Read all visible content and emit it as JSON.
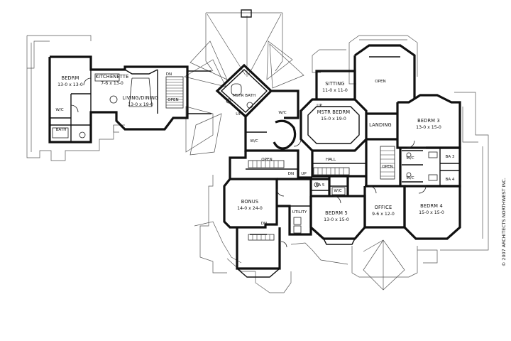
{
  "rooms": {
    "bedroom_west": {
      "name": "BEDRM",
      "dims": "13-0 x 13-0"
    },
    "kitchenette": {
      "name": "KITCHENETTE",
      "dims": "7-6 x 13-0"
    },
    "living_dining": {
      "name": "LIVING/DINING",
      "dims": "13-0 x 19-0"
    },
    "mstr_bath": {
      "name": "MSTR BATH"
    },
    "sitting": {
      "name": "SITTING",
      "dims": "11-0 x 11-0"
    },
    "mstr_bedroom": {
      "name": "MSTR BEDRM",
      "dims": "15-0 x 19-0"
    },
    "landing": {
      "name": "LANDING"
    },
    "bedroom3": {
      "name": "BEDRM 3",
      "dims": "13-0 x 15-0"
    },
    "bonus": {
      "name": "BONUS",
      "dims": "14-0 x 24-0"
    },
    "utility": {
      "name": "UTILITY"
    },
    "bedroom5": {
      "name": "BEDRM 5",
      "dims": "13-0 x 15-0"
    },
    "office": {
      "name": "OFFICE",
      "dims": "9-6 x 12-0"
    },
    "bedroom4": {
      "name": "BEDRM 4",
      "dims": "15-0 x 15-0"
    },
    "hall": {
      "name": "HALL"
    },
    "ba3": {
      "name": "BA 3"
    },
    "ba4": {
      "name": "BA 4"
    },
    "ba5": {
      "name": "BA 5"
    },
    "bath_west": {
      "name": "BATH"
    }
  },
  "labels": {
    "wic": "W/C",
    "open": "OPEN",
    "up": "UP",
    "dn": "DN"
  },
  "copyright": "© 2007 ARCHITECTS NORTHWEST INC."
}
